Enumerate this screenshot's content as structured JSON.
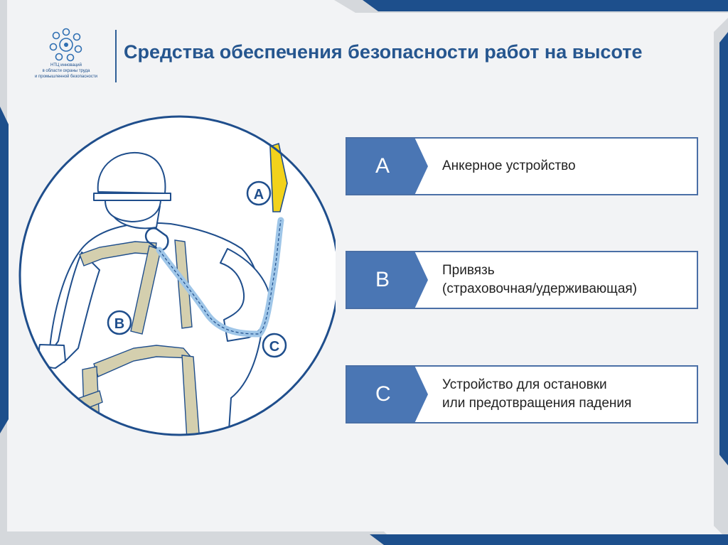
{
  "header": {
    "title": "Средства обеспечения безопасности работ на высоте",
    "logo_lines": [
      "НТЦ инноваций",
      "в области охраны труда",
      "и промышленной безопасности"
    ]
  },
  "illustration": {
    "markers": [
      "A",
      "B",
      "C"
    ],
    "icon": "worker-harness-illustration"
  },
  "items": [
    {
      "letter": "А",
      "lines": [
        "Анкерное устройство"
      ]
    },
    {
      "letter": "В",
      "lines": [
        "Привязь",
        "(страховочная/удерживающая)"
      ]
    },
    {
      "letter": "С",
      "lines": [
        "Устройство для остановки",
        "или предотвращения падения"
      ]
    }
  ],
  "colors": {
    "title": "#26568f",
    "accent": "#4a76b4",
    "frame_dark": "#1d4f8c",
    "frame_grey": "#d5d8dc",
    "harness": "#d4cfae",
    "lanyard": "#9fc6e8",
    "anchor": "#f2d21b"
  }
}
